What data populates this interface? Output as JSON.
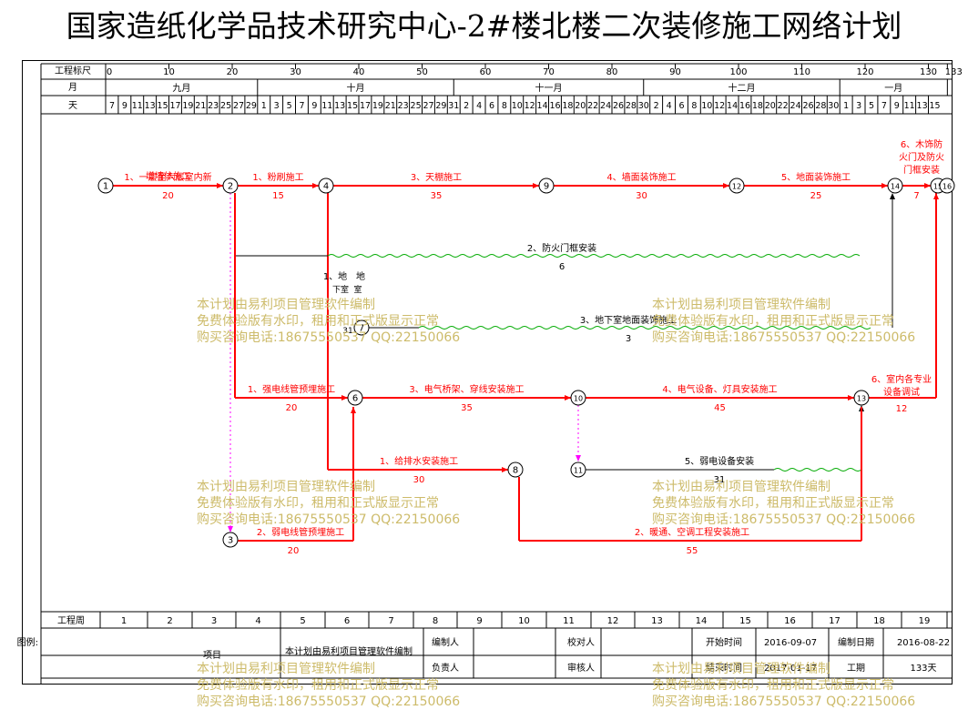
{
  "title": "国家造纸化学品技术研究中心-2#楼北楼二次装修施工网络计划",
  "header": {
    "scale_label": "工程标尺",
    "month_label": "月",
    "day_label": "天",
    "scale_ticks": [
      "0",
      "10",
      "20",
      "30",
      "40",
      "50",
      "60",
      "70",
      "80",
      "90",
      "100",
      "110",
      "120",
      "130",
      "133"
    ],
    "months": [
      "九月",
      "十月",
      "十一月",
      "十二月",
      "一月"
    ],
    "days_sep": [
      "7",
      "9",
      "11",
      "13",
      "15",
      "17",
      "19",
      "21",
      "23",
      "25",
      "27",
      "29"
    ],
    "days_oct": [
      "1",
      "3",
      "5",
      "7",
      "9",
      "11",
      "13",
      "15",
      "17",
      "19",
      "21",
      "23",
      "25",
      "27",
      "29",
      "31"
    ],
    "days_nov": [
      "2",
      "4",
      "6",
      "8",
      "10",
      "12",
      "14",
      "16",
      "18",
      "20",
      "22",
      "24",
      "26",
      "28",
      "30"
    ],
    "days_dec": [
      "2",
      "4",
      "6",
      "8",
      "10",
      "12",
      "14",
      "16",
      "18",
      "20",
      "22",
      "24",
      "26",
      "28",
      "30"
    ],
    "days_jan": [
      "1",
      "3",
      "5",
      "7",
      "9",
      "11",
      "13",
      "15"
    ]
  },
  "week_label": "工程周",
  "weeks": [
    "1",
    "2",
    "3",
    "4",
    "5",
    "6",
    "7",
    "8",
    "9",
    "10",
    "11",
    "12",
    "13",
    "14",
    "15",
    "16",
    "17",
    "18",
    "19"
  ],
  "nodes": [
    "1",
    "2",
    "3",
    "4",
    "6",
    "7",
    "8",
    "9",
    "10",
    "11",
    "12",
    "13",
    "14",
    "15",
    "16"
  ],
  "tasks": [
    {
      "name": "1、一层至六层室内新增墙体施工",
      "duration": "20"
    },
    {
      "name": "1、粉刷施工",
      "duration": "15"
    },
    {
      "name": "3、天棚施工",
      "duration": "35"
    },
    {
      "name": "4、墙面装饰施工",
      "duration": "30"
    },
    {
      "name": "5、地面装饰施工",
      "duration": "25"
    },
    {
      "name": "6、木饰防火门及防火门框安装",
      "duration": "7"
    },
    {
      "name": "2、防火门框安装",
      "duration": "6"
    },
    {
      "name": "3、地下室地面装饰施工",
      "duration": "3"
    },
    {
      "name": "1、强电线管预埋施工",
      "duration": "20"
    },
    {
      "name": "3、电气桥架、穿线安装施工",
      "duration": "35"
    },
    {
      "name": "4、电气设备、灯具安装施工",
      "duration": "45"
    },
    {
      "name": "6、室内各专业设备调试",
      "duration": "12"
    },
    {
      "name": "1、给排水安装施工",
      "duration": "30"
    },
    {
      "name": "5、弱电设备安装",
      "duration": "31"
    },
    {
      "name": "2、弱电线管预埋施工",
      "duration": "20"
    },
    {
      "name": "2、暖通、空调工程安装施工",
      "duration": "55"
    }
  ],
  "footer": {
    "legend_label": "图例:",
    "project_label": "项目",
    "project_value": "本计划由易利项目管理软件编制",
    "editor_label": "编制人",
    "checker_label": "校对人",
    "start_label": "开始时间",
    "start_value": "2016-09-07",
    "date_label": "编制日期",
    "date_value": "2016-08-22",
    "owner_label": "负责人",
    "reviewer_label": "审核人",
    "end_label": "结束时间",
    "end_value": "2017-01-17",
    "period_label": "工期",
    "period_value": "133天"
  },
  "watermark": {
    "line1": "本计划由易利项目管理软件编制",
    "line2": "免费体验版有水印，租用和正式版显示正常",
    "line3": "购买咨询电话:18675550537 QQ:22150066"
  },
  "colors": {
    "critical": "#ff0000",
    "normal": "#000000",
    "float": "#00aa00",
    "dummy": "#ff00ff",
    "watermark": "#cdbb6a"
  }
}
